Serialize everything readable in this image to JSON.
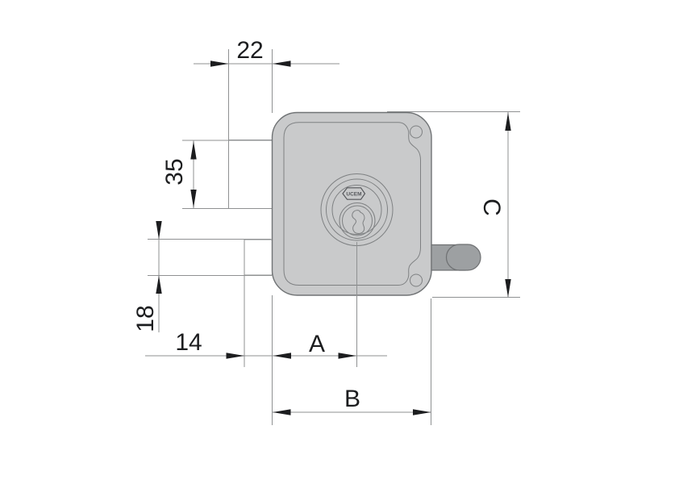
{
  "diagram": {
    "kind": "lock-technical-drawing",
    "dims": {
      "w22": "22",
      "h35": "35",
      "h18": "18",
      "w14": "14",
      "a": "A",
      "b": "B",
      "c": "C"
    },
    "logo_text": "UCEM",
    "colors": {
      "background": "#ffffff",
      "body_fill": "#c9cacb",
      "latch_fill": "#9da0a2",
      "panel_fill": "#e8e9e9",
      "hole_fill": "#ffffff",
      "line": "#8f9192",
      "ink": "#1c1d1f"
    }
  }
}
